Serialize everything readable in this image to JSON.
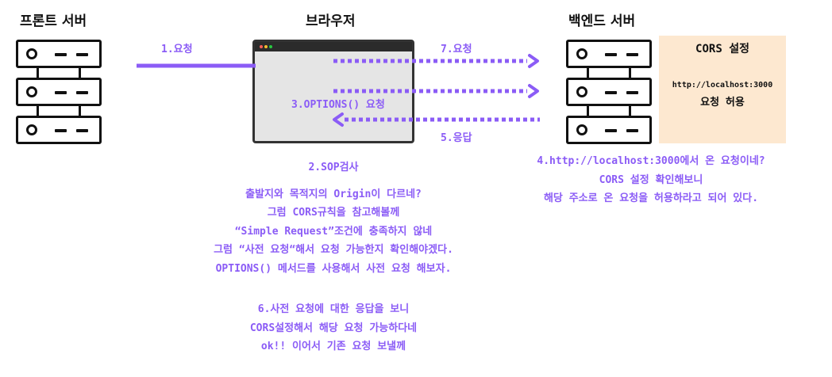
{
  "titles": {
    "frontend": "프론트 서버",
    "browser": "브라우저",
    "backend": "백엔드 서버"
  },
  "cors": {
    "title": "CORS 설정",
    "origin": "http://localhost:3000",
    "allow": "요청 허용"
  },
  "arrows": {
    "step1": "1.요청",
    "step7": "7.요청",
    "step3": "3.OPTIONS() 요청",
    "step5": "5.응답"
  },
  "notes": {
    "step2_title": "2.SOP검사",
    "step2_lines": [
      "출발지와 목적지의 Origin이 다르네?",
      "그럼 CORS규칙을 참고해볼께",
      "“Simple Request”조건에 충족하지 않네",
      "그럼 “사전 요청“해서 요청 가능한지 확인해야겠다.",
      "OPTIONS() 메서드를 사용해서 사전 요청 해보자."
    ],
    "step4_lines": [
      "4.http://localhost:3000에서 온 요청이네?",
      "CORS 설정 확인해보니",
      "해당 주소로 온 요청을 허용하라고 되어 있다."
    ],
    "step6_lines": [
      "6.사전 요청에 대한 응답을 보니",
      "CORS설정해서 해당 요청 가능하다네",
      "ok!! 이어서 기존 요청 보낼께"
    ]
  },
  "colors": {
    "accent": "#8b5cf6",
    "cors_panel": "#fde8d0",
    "outline": "#111111"
  },
  "icons": [
    "server-icon",
    "browser-window-icon"
  ]
}
